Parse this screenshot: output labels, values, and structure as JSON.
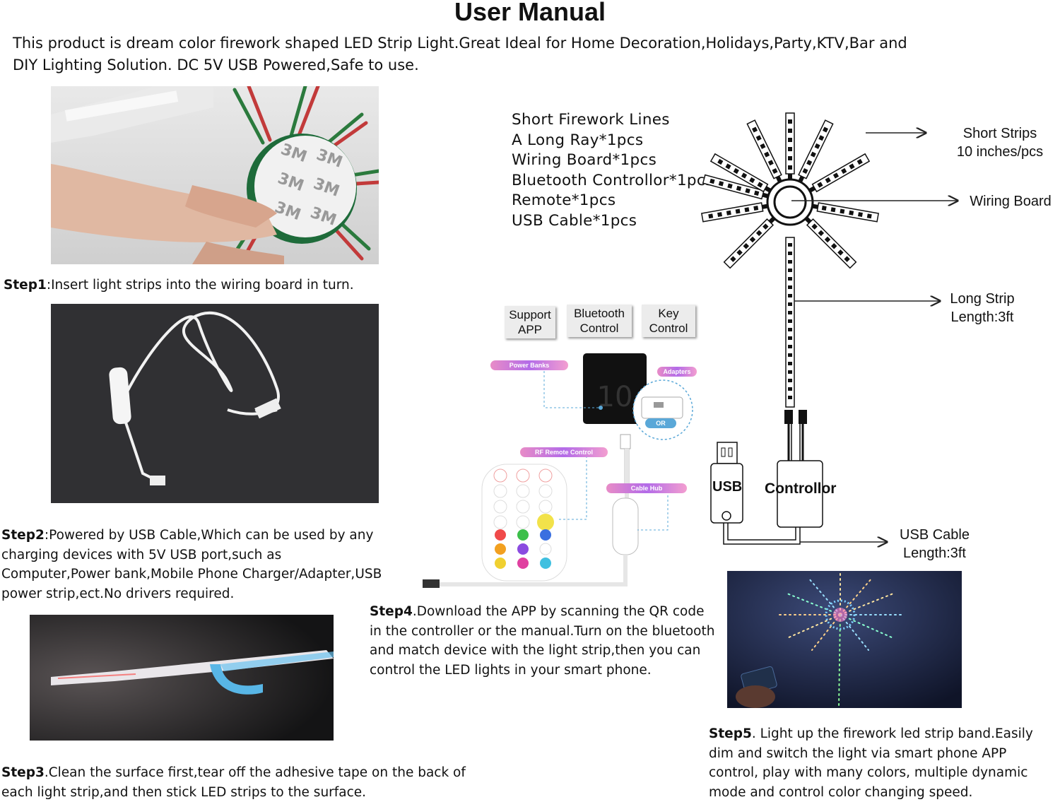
{
  "header": {
    "title": "User Manual",
    "intro_line1": "This product is dream color firework shaped LED Strip Light.Great Ideal for Home Decoration,Holidays,Party,KTV,Bar and",
    "intro_line2": "DIY Lighting Solution. DC 5V USB Powered,Safe to use."
  },
  "steps": [
    {
      "label": "Step1",
      "text": ":Insert light strips into the wiring board in turn."
    },
    {
      "label": "Step2",
      "text": ":Powered by USB Cable,Which can be used by any charging devices with 5V USB port,such as Computer,Power bank,Mobile Phone Charger/Adapter,USB power strip,ect.No drivers required."
    },
    {
      "label": "Step3",
      "text": ".Clean the surface first,tear off the adhesive tape on the back of each light strip,and then stick LED strips to the surface."
    },
    {
      "label": "Step4",
      "text": ".Download the APP by scanning the QR code in the controller or the manual.Turn on the bluetooth and match device with the light strip,then you can control the LED lights in your smart phone."
    },
    {
      "label": "Step5",
      "text": ". Light up the firework led strip band.Easily dim and switch the light via smart phone APP control, play with many colors, multiple dynamic mode and control color changing speed."
    }
  ],
  "package_list": [
    "Short Firework Lines",
    "A Long Ray*1pcs",
    "Wiring Board*1pcs",
    "Bluetooth Controllor*1pcs",
    "Remote*1pcs",
    "USB Cable*1pcs"
  ],
  "diagram": {
    "short_strips": "Short Strips",
    "short_strips_len": "10 inches/pcs",
    "wiring_board": "Wiring Board",
    "long_strip": "Long Strip",
    "long_strip_len": "Length:3ft",
    "usb": "USB",
    "controllor": "Controllor",
    "usb_cable": "USB Cable",
    "usb_cable_len": "Length:3ft"
  },
  "features": [
    {
      "line1": "Support",
      "line2": "APP"
    },
    {
      "line1": "Bluetooth",
      "line2": "Control"
    },
    {
      "line1": "Key",
      "line2": "Control"
    }
  ],
  "connection": {
    "power_banks": "Power Banks",
    "adapters": "Adapters",
    "or": "OR",
    "rf_remote": "RF Remote Control",
    "cable_hub": "Cable Hub"
  },
  "photo_marks": {
    "tape": "3M"
  },
  "colors": {
    "text": "#111111",
    "pill": "#c77ddc",
    "arrow": "#222222"
  }
}
